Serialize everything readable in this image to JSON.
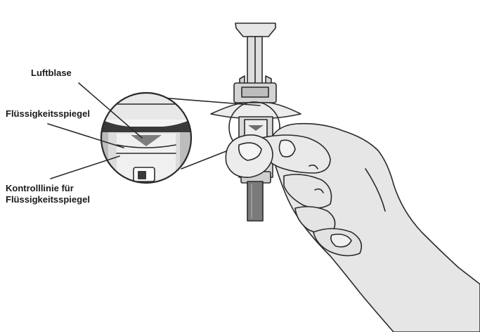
{
  "labels": {
    "air_bubble": "Luftblase",
    "liquid_level": "Flüssigkeitsspiegel",
    "control_line_1": "Kontrolllinie für",
    "control_line_2": "Flüssigkeitsspiegel"
  },
  "colors": {
    "ink": "#2a2a2a",
    "skin": "#e4e4e4",
    "syringe_body": "#d6d6d6",
    "dark_part": "#6f6f6f",
    "bubble": "#7d7d7d"
  }
}
